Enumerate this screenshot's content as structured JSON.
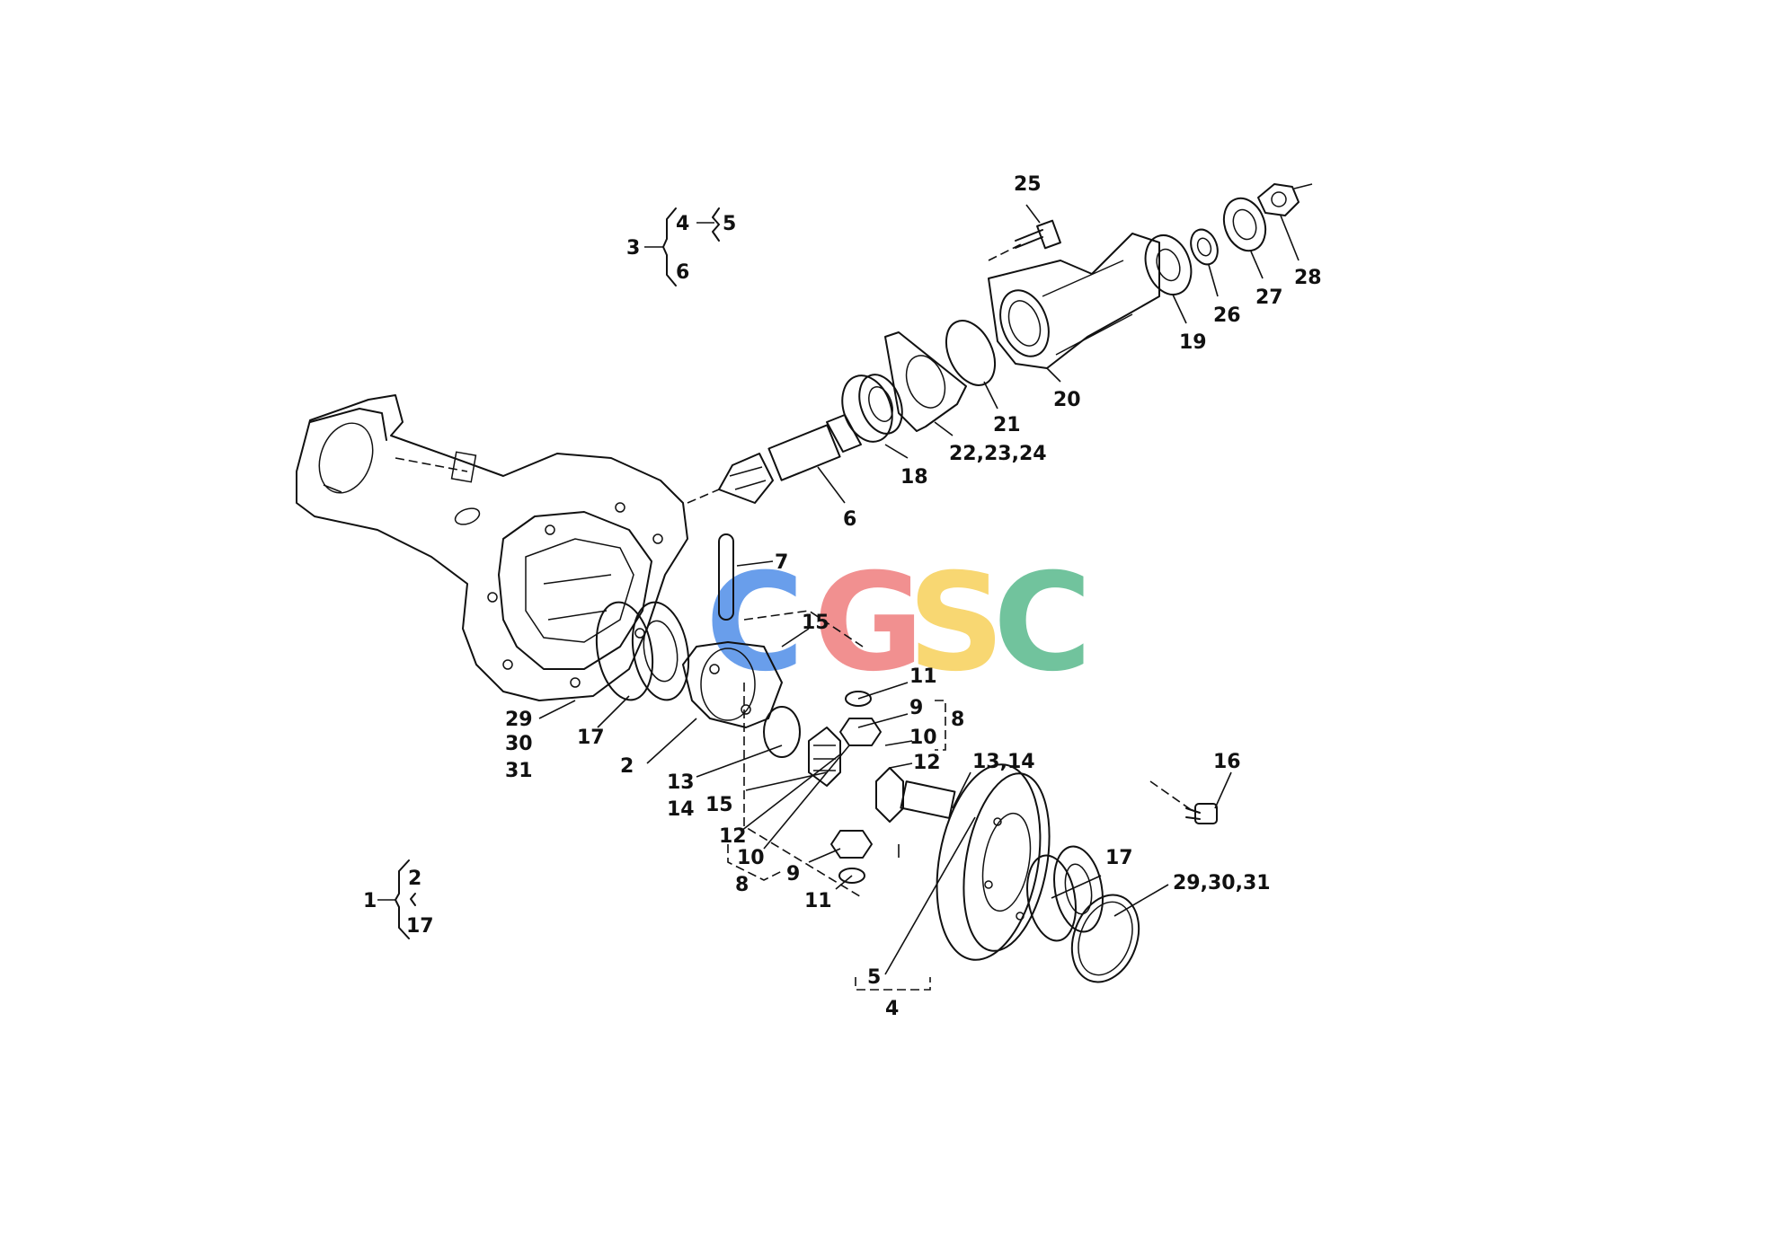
{
  "watermark": {
    "letters": [
      "C",
      "G",
      "S",
      "C"
    ],
    "colors": [
      "#4f8ee8",
      "#ef7d7d",
      "#f7d15a",
      "#59b98c"
    ]
  },
  "assembly_legends": {
    "top": {
      "root": "3",
      "sub_a": "4",
      "sub_a_child": "5",
      "sub_b": "6"
    },
    "bottom": {
      "root": "1",
      "first": "2",
      "last": "17"
    },
    "diff": "4"
  },
  "callouts": {
    "c25": "25",
    "c28": "28",
    "c27": "27",
    "c26": "26",
    "c19": "19",
    "c20": "20",
    "c21": "21",
    "c22": "22,23,24",
    "c18": "18",
    "c6": "6",
    "c7": "7",
    "c15a": "15",
    "c11a": "11",
    "c9a": "9",
    "c8a": "8",
    "c10a": "10",
    "c12a": "12",
    "c1314a": "13,14",
    "c16": "16",
    "c29a": "29",
    "c30a": "30",
    "c31a": "31",
    "c17a": "17",
    "c2": "2",
    "c13b": "13",
    "c14b": "14",
    "c15b": "15",
    "c12b": "12",
    "c10b": "10",
    "c9b": "9",
    "c8b": "8",
    "c11b": "11",
    "c17b": "17",
    "c293031b": "29,30,31",
    "c5": "5"
  }
}
